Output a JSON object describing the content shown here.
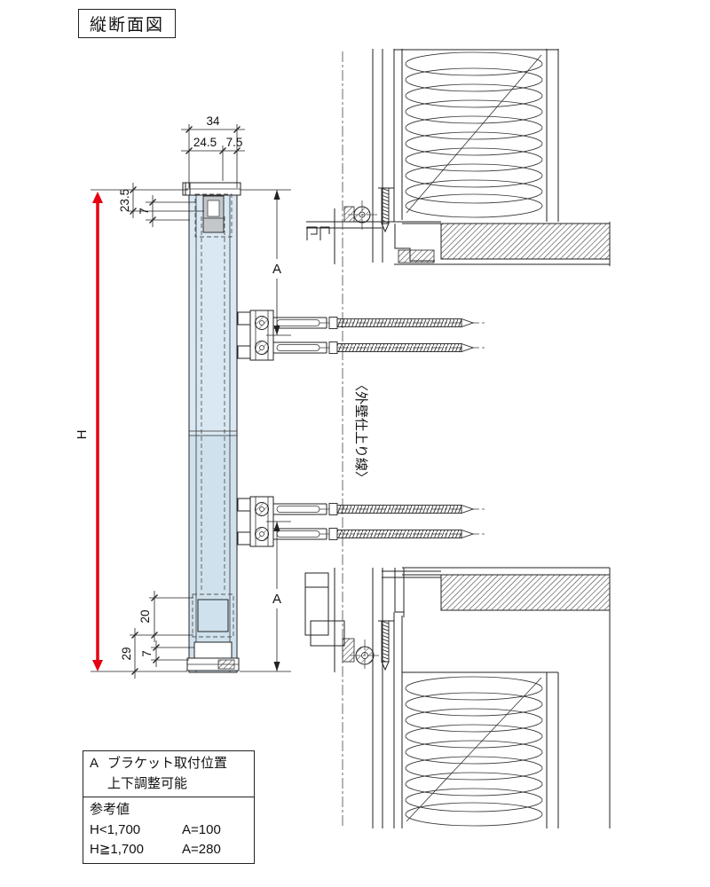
{
  "title": "縦断面図",
  "dims": {
    "w_total": "34",
    "w_left": "24.5",
    "w_right": "7.5",
    "top_offset": "23.5",
    "top_small": "7",
    "height_label": "H",
    "bottom_inner": "20",
    "bottom_rail": "29",
    "bottom_small": "7",
    "bracket_a_top": "A",
    "bracket_a_bottom": "A"
  },
  "annotations": {
    "wall_finish_line": "〈外壁仕上り線〉"
  },
  "note_table": {
    "key": "A",
    "desc_line1": "ブラケット取付位置",
    "desc_line2": "上下調整可能",
    "ref_header": "参考値",
    "rows": [
      {
        "condition": "H<1,700",
        "value": "A=100"
      },
      {
        "condition": "H≧1,700",
        "value": "A=280"
      }
    ]
  },
  "colors": {
    "dimension_red": "#e60012",
    "panel_blue": "#d9e8f2",
    "line": "#222222"
  }
}
